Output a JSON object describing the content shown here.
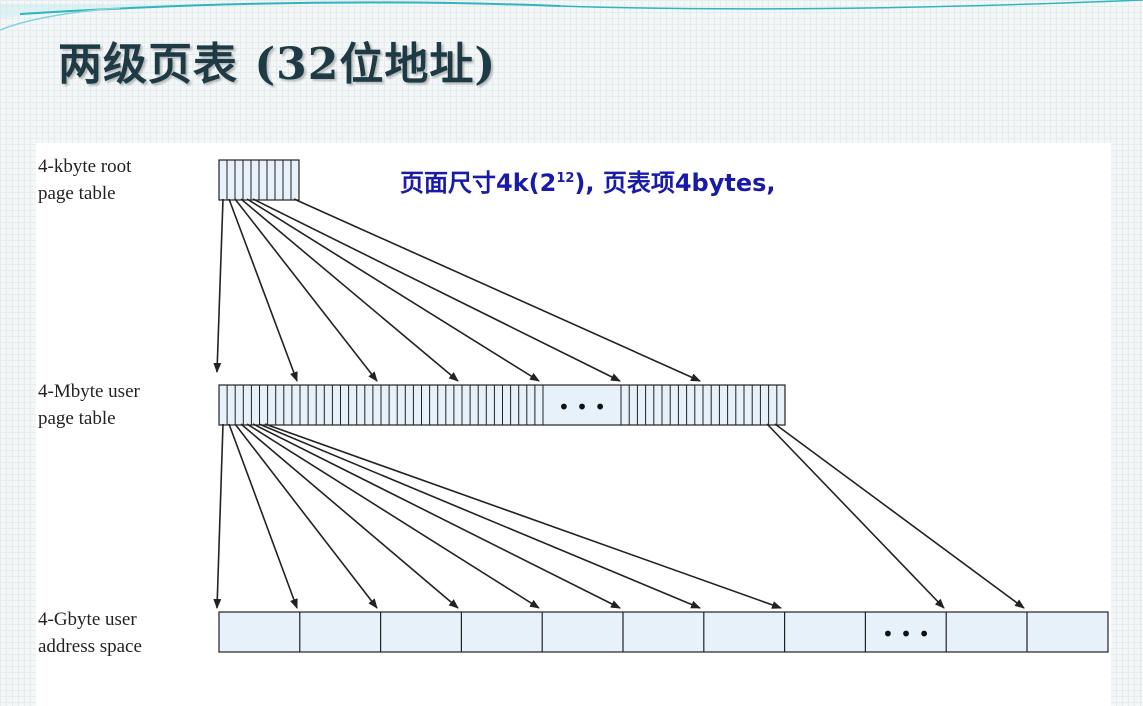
{
  "title": "两级页表 (32位地址)",
  "note": {
    "text_before": "页面尺寸4k(2",
    "superscript": "12",
    "text_after": "), 页表项4bytes,"
  },
  "labels": {
    "root": {
      "line1": "4-kbyte root",
      "line2": "page table"
    },
    "user_table": {
      "line1": "4-Mbyte user",
      "line2": "page table"
    },
    "address_space": {
      "line1": "4-Gbyte user",
      "line2": "address space"
    }
  },
  "ellipsis": "• • •",
  "colors": {
    "cell_fill": "#e6f1fa",
    "line": "#222222",
    "title": "#1e3a44",
    "note": "#1a1aa8",
    "decor_teal": "#2fb5bf"
  }
}
